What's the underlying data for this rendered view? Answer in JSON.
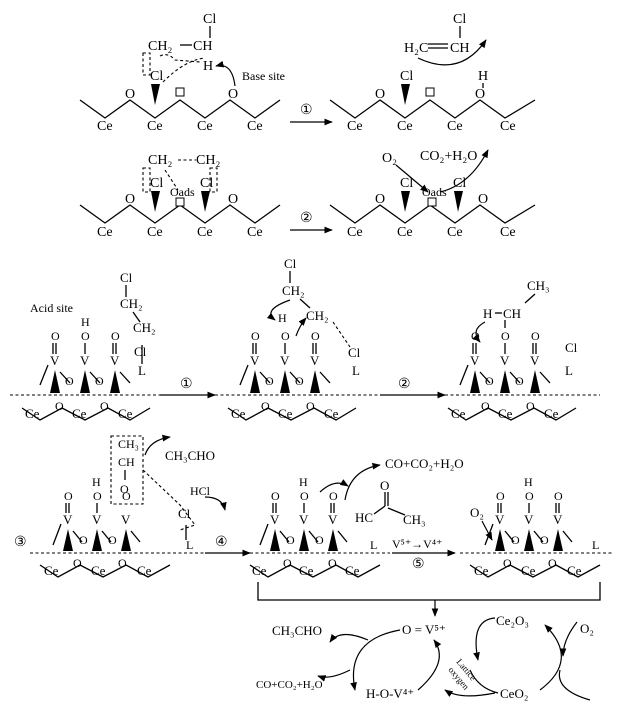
{
  "labels": {
    "ce": "Ce",
    "o": "O",
    "cl": "Cl",
    "h": "H",
    "v": "V",
    "l": "L",
    "ch": "CH",
    "ch2": "CH₂",
    "ch3": "CH₃",
    "o2": "O₂",
    "hcl": "HCl",
    "hc": "HC",
    "oads": "Oads",
    "h2c_ch": "H₂C",
    "eq_ch": "CH",
    "base_site": "Base site",
    "acid_site": "Acid site",
    "co2_h2o": "CO₂+H₂O",
    "co_co2_h2o": "CO+CO₂+H₂O",
    "ch3cho": "CH₃CHO",
    "v5_v4": "V⁵⁺→V⁴⁺",
    "ovs": "O = V⁵⁺",
    "hov4": "H-O-V⁴⁺",
    "ce2o3": "Ce₂O₃",
    "ceo2": "CeO₂",
    "lattice": "Lattice",
    "oxygen": "oxygen"
  },
  "steps": [
    "①",
    "②",
    "①",
    "②",
    "③",
    "④",
    "⑤"
  ]
}
